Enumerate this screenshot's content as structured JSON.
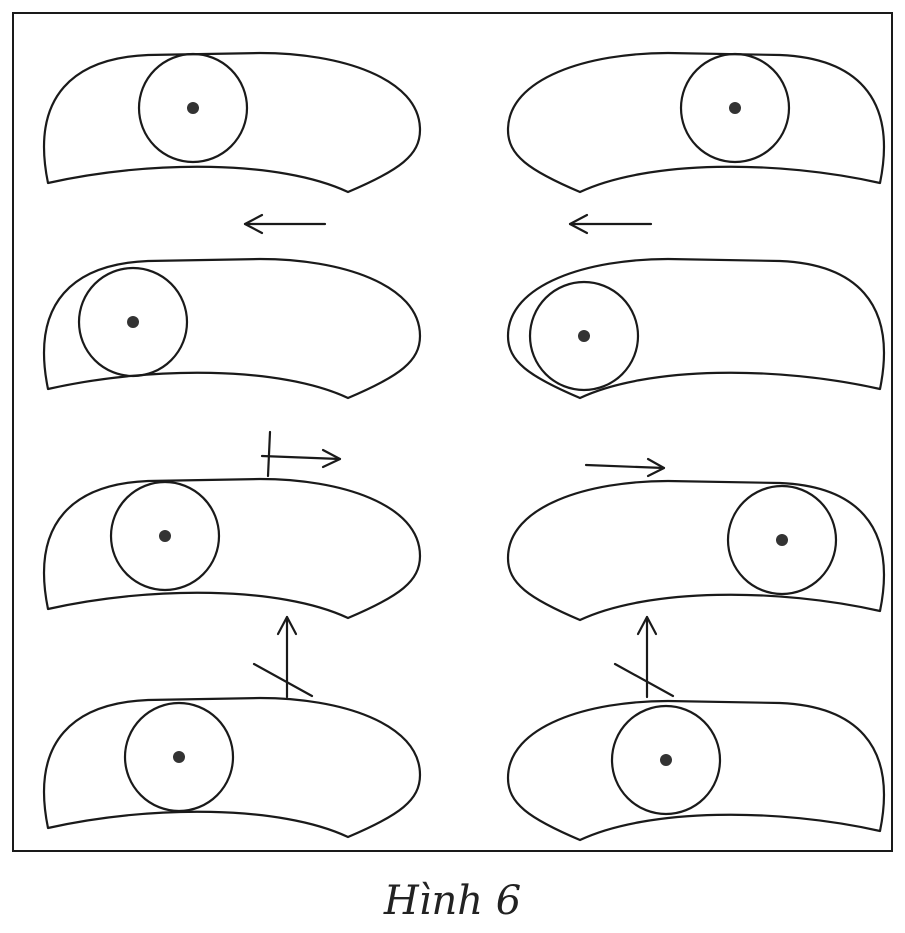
{
  "caption": "Hình 6",
  "colors": {
    "stroke": "#1a1a1a",
    "dot": "#333333",
    "background": "#ffffff"
  },
  "figure": {
    "panels": [
      {
        "id": "L1",
        "column": "left",
        "row": 1,
        "form": "A",
        "ball": "inside-left-upper"
      },
      {
        "id": "L2",
        "column": "left",
        "row": 2,
        "form": "A",
        "ball": "left-end"
      },
      {
        "id": "L3",
        "column": "left",
        "row": 3,
        "form": "A",
        "ball": "left-middle"
      },
      {
        "id": "L4",
        "column": "left",
        "row": 4,
        "form": "A",
        "ball": "bottom-center"
      },
      {
        "id": "R1",
        "column": "right",
        "row": 1,
        "form": "B",
        "ball": "right-upper"
      },
      {
        "id": "R2",
        "column": "right",
        "row": 2,
        "form": "B",
        "ball": "left-end"
      },
      {
        "id": "R3",
        "column": "right",
        "row": 3,
        "form": "B",
        "ball": "right-end"
      },
      {
        "id": "R4",
        "column": "right",
        "row": 4,
        "form": "B",
        "ball": "top-center"
      }
    ],
    "arrows": [
      {
        "id": "left-arrow-1",
        "direction": "left",
        "crossed": false
      },
      {
        "id": "right-arrow-1",
        "direction": "left",
        "crossed": false
      },
      {
        "id": "left-arrow-2",
        "direction": "right",
        "crossed": true
      },
      {
        "id": "right-arrow-2",
        "direction": "right",
        "crossed": false
      },
      {
        "id": "left-arrow-3",
        "direction": "up",
        "crossed": true
      },
      {
        "id": "right-arrow-3",
        "direction": "up",
        "crossed": true
      }
    ]
  }
}
